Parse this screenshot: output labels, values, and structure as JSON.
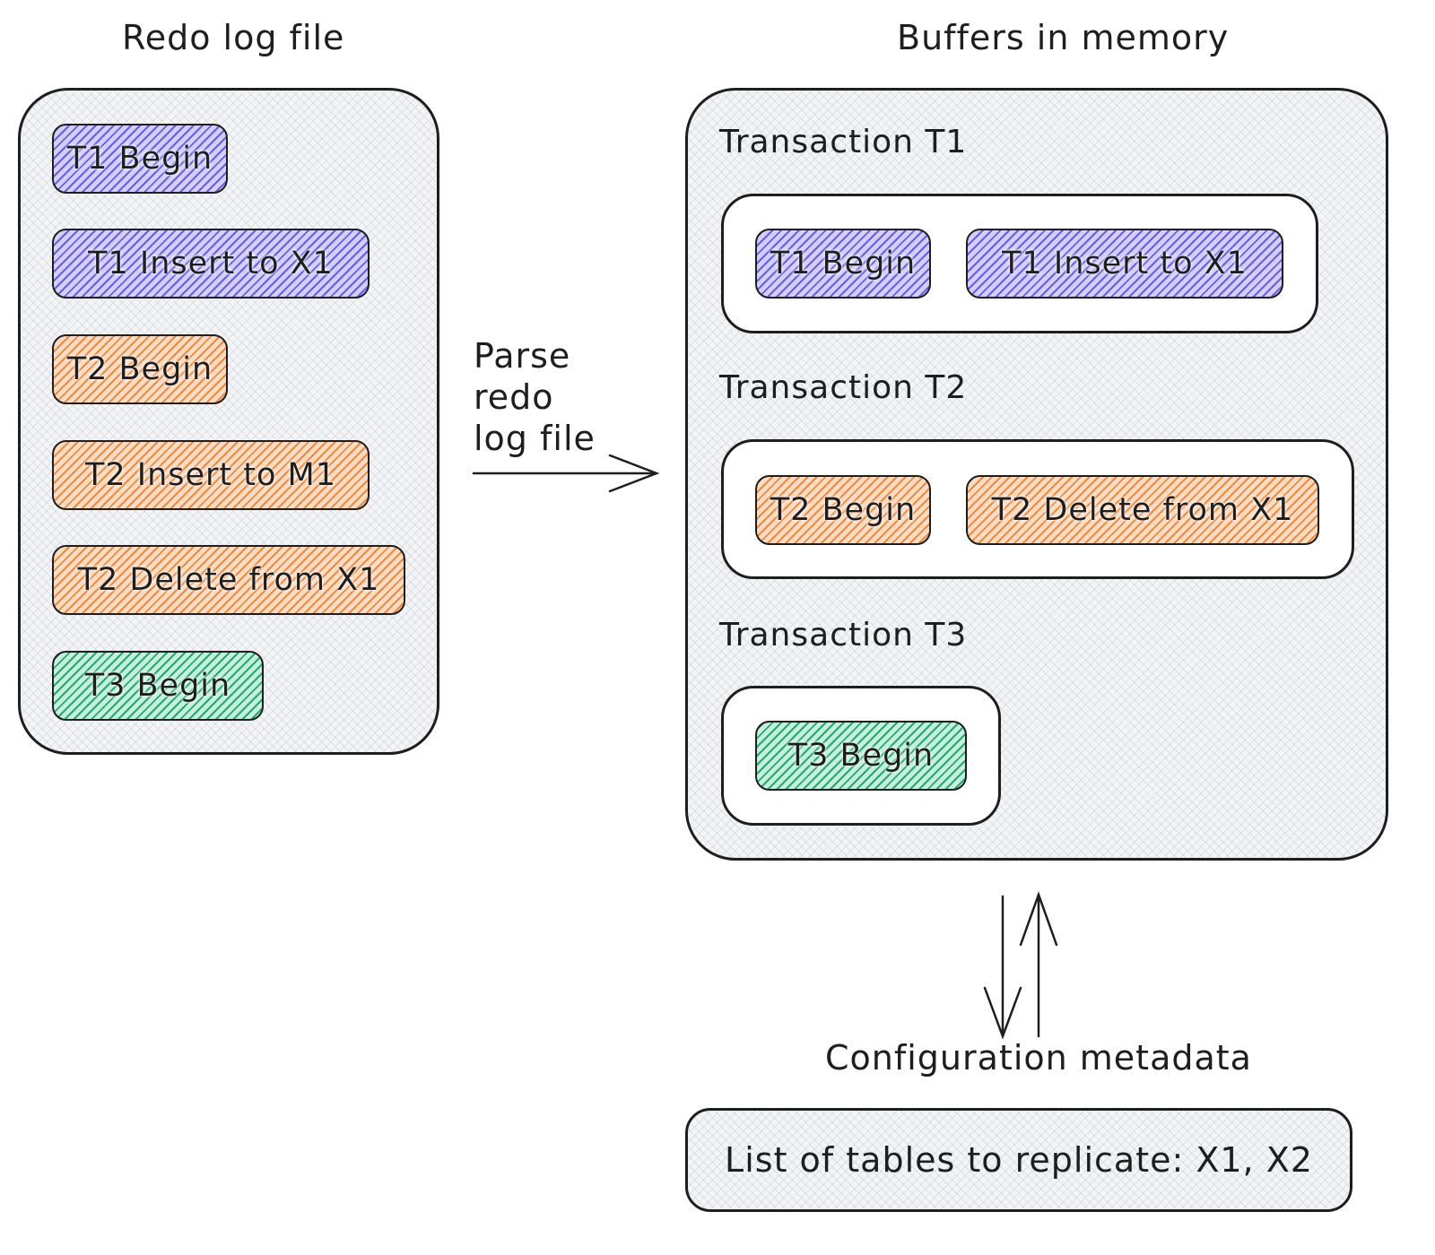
{
  "left_panel": {
    "title": "Redo log file",
    "entries": [
      {
        "label": "T1 Begin",
        "color": "#6b5cf0"
      },
      {
        "label": "T1 Insert to X1",
        "color": "#6b5cf0"
      },
      {
        "label": "T2 Begin",
        "color": "#f08a3c"
      },
      {
        "label": "T2 Insert to M1",
        "color": "#f08a3c"
      },
      {
        "label": "T2 Delete from X1",
        "color": "#f08a3c"
      },
      {
        "label": "T3 Begin",
        "color": "#1faa77"
      }
    ]
  },
  "arrow": {
    "label_line1": "Parse",
    "label_line2": "redo",
    "label_line3": "log file"
  },
  "right_panel": {
    "title": "Buffers in memory",
    "transactions": [
      {
        "heading": "Transaction T1",
        "entries": [
          "T1 Begin",
          "T1 Insert to X1"
        ]
      },
      {
        "heading": "Transaction T2",
        "entries": [
          "T2 Begin",
          "T2 Delete from X1"
        ]
      },
      {
        "heading": "Transaction T3",
        "entries": [
          "T3 Begin"
        ]
      }
    ]
  },
  "metadata": {
    "label": "Configuration metadata",
    "content": "List of tables to replicate: X1, X2"
  }
}
